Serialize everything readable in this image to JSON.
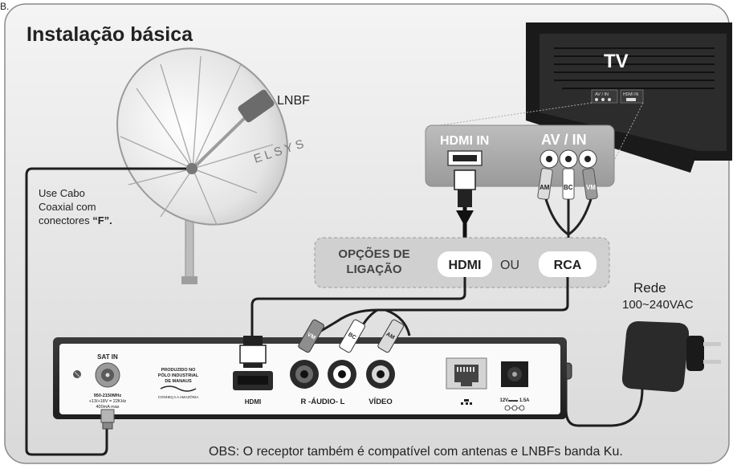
{
  "corner_label": "B.",
  "title": "Instalação básica",
  "dish": {
    "brand": "ELSYS",
    "lnbf_label": "LNBF"
  },
  "cable_note": {
    "line1": "Use Cabo",
    "line2": "Coaxial com",
    "line3_prefix": "conectores ",
    "line3_bold": "“F”."
  },
  "tv": {
    "label": "TV",
    "mini_av_label": "AV / IN",
    "mini_hdmi_label": "HDMI IN"
  },
  "panel": {
    "hdmi_in": "HDMI IN",
    "av_in": "AV / IN",
    "plug_am": "AM",
    "plug_bc": "BC",
    "plug_vm": "VM"
  },
  "options": {
    "label_line1": "OPÇÕES DE",
    "label_line2": "LIGAÇÃO",
    "hdmi": "HDMI",
    "ou": "OU",
    "rca": "RCA"
  },
  "power": {
    "rede": "Rede",
    "voltage": "100~240VAC"
  },
  "receiver": {
    "sat_in": "SAT IN",
    "sat_spec1": "950-2150MHz",
    "sat_spec2": "+13/+18V = 22KHz",
    "sat_spec3": "400mA max",
    "manaus1": "PRODUZIDO NO",
    "manaus2": "PÓLO INDUSTRIAL",
    "manaus3": "DE MANAUS",
    "manaus4": "CONHEÇA A AMAZÔNIA",
    "hdmi_port": "HDMI",
    "audio_label": "R -ÁUDIO- L",
    "video_label": "VÍDEO",
    "dc_label": "12V▬▬ 1.5A",
    "cable_vm": "VM",
    "cable_bc": "BC",
    "cable_am": "AM"
  },
  "footer_note": "OBS: O receptor também é compatível com antenas e LNBFs banda Ku."
}
